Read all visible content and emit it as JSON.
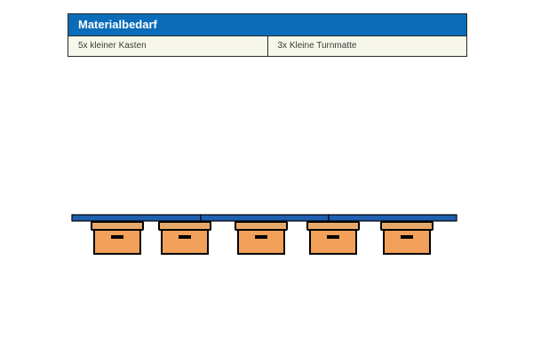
{
  "material": {
    "title": "Materialbedarf",
    "items": [
      "5x kleiner Kasten",
      "3x Kleine Turnmatte"
    ]
  },
  "diagram": {
    "box_count": 5,
    "mat_count": 3,
    "colors": {
      "mat": "#1f5fb0",
      "box_lid": "#e6a868",
      "box_body": "#f2a05a",
      "handle": "#000000",
      "outline": "#000000"
    }
  }
}
